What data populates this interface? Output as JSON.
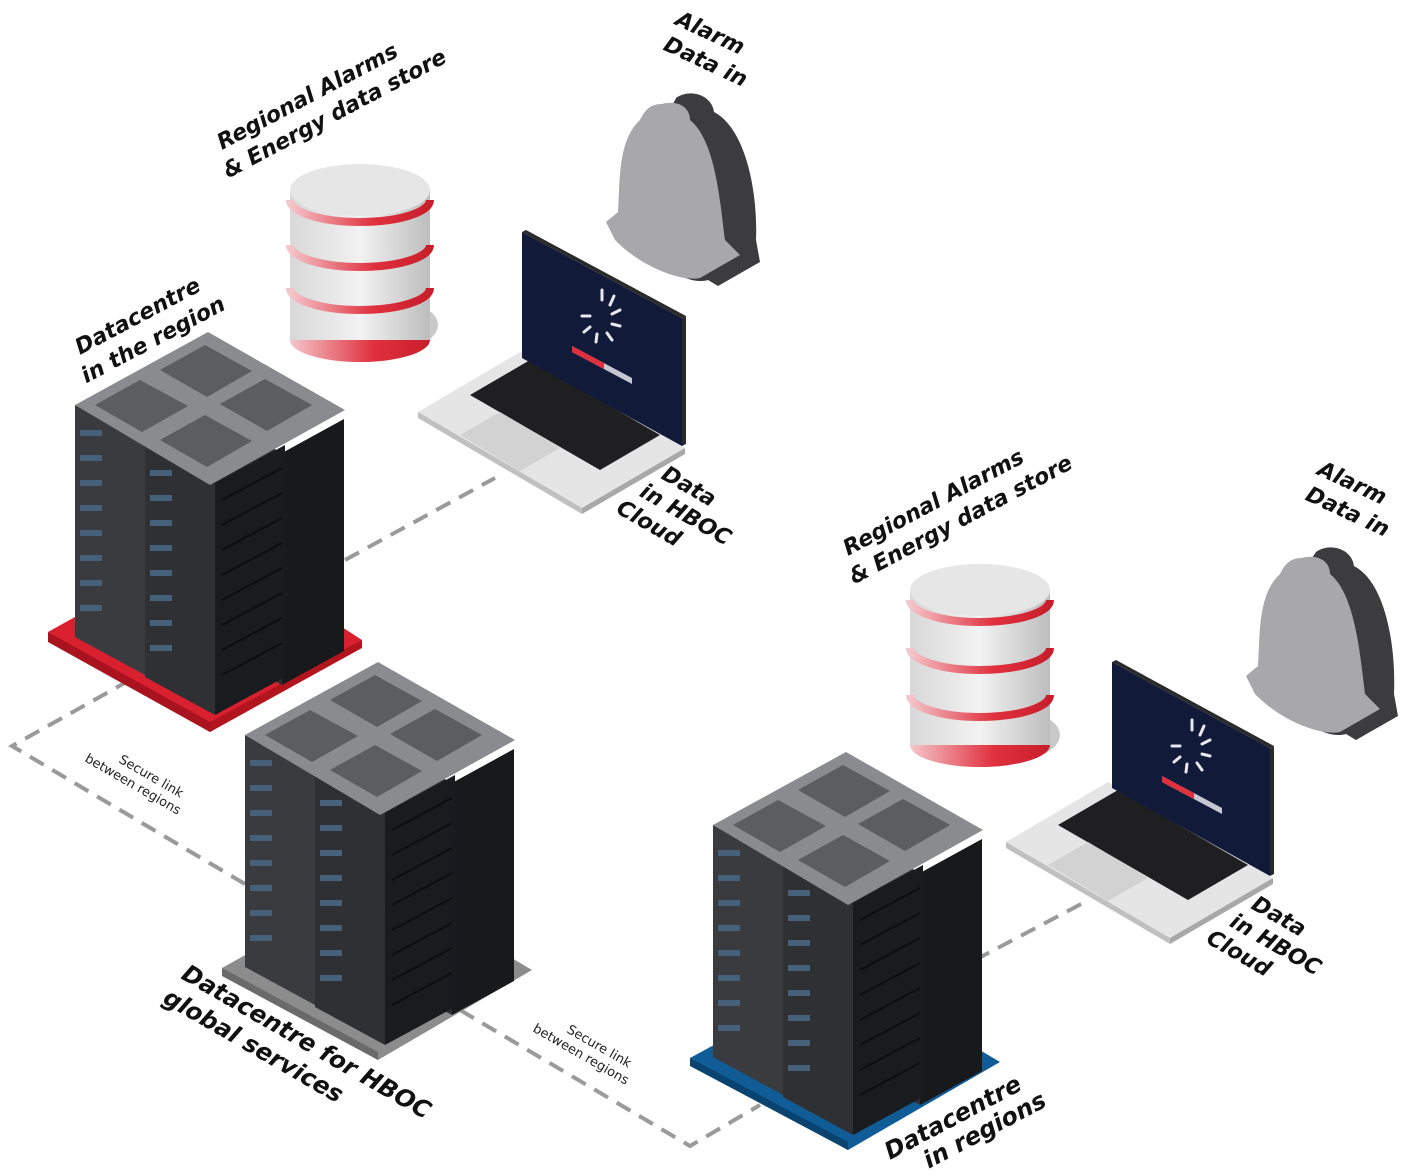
{
  "labels": {
    "alarm_1": [
      "Alarm",
      "Data in"
    ],
    "store_1": [
      "Regional Alarms",
      "& Energy data store"
    ],
    "datacentre_region": [
      "Datacentre",
      "in the region"
    ],
    "cloud_1": [
      "Data",
      "in HBOC",
      "Cloud"
    ],
    "secure_link_1": [
      "Secure link",
      "between regions"
    ],
    "alarm_2": [
      "Alarm",
      "Data in"
    ],
    "store_2": [
      "Regional Alarms",
      "& Energy data store"
    ],
    "cloud_2": [
      "Data",
      "in HBOC",
      "Cloud"
    ],
    "datacentre_global": [
      "Datacentre for HBOC",
      "global services"
    ],
    "secure_link_2": [
      "Secure link",
      "between regions"
    ],
    "datacentre_regions": [
      "Datacentre",
      "in regions"
    ]
  },
  "colors": {
    "region_base": "#d9202e",
    "global_base": "#8c8c8c",
    "regions_base": "#0f5c96",
    "db_stripe": "#e0303e",
    "bell_light": "#a8a8aa",
    "bell_dark": "#3c3c3e",
    "screen": "#121a3a"
  },
  "icons": {
    "database": "database-icon",
    "bell": "bell-icon",
    "laptop": "laptop-icon",
    "server": "server-rack-icon"
  }
}
